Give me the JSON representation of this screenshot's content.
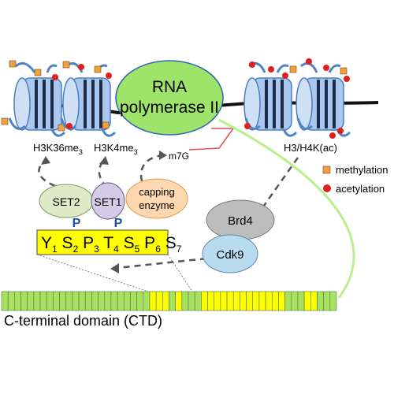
{
  "rnap": {
    "line1": "RNA",
    "line2": "polymerase II"
  },
  "histone_marks": {
    "h3k36": "H3K36me",
    "h3k36_sub": "3",
    "h3k4": "H3K4me",
    "h3k4_sub": "3",
    "h3h4": "H3/H4K(ac)",
    "cap": "m7G"
  },
  "enzymes": {
    "set2": "SET2",
    "set1": "SET1",
    "capping_line1": "capping",
    "capping_line2": "enzyme",
    "brd4": "Brd4",
    "cdk9": "Cdk9",
    "phospho_set2": "P",
    "phospho_set1": "P"
  },
  "heptad": [
    {
      "aa": "Y",
      "n": "1"
    },
    {
      "aa": "S",
      "n": "2"
    },
    {
      "aa": "P",
      "n": "3"
    },
    {
      "aa": "T",
      "n": "4"
    },
    {
      "aa": "S",
      "n": "5"
    },
    {
      "aa": "P",
      "n": "6"
    },
    {
      "aa": "S",
      "n": "7"
    }
  ],
  "legend": {
    "methylation": "methylation",
    "acetylation": "acetylation"
  },
  "ctd_label": "C-terminal domain (CTD)",
  "colors": {
    "nucleosome": "#aac8ee",
    "histone_tail": "#4f83c0",
    "methyl": "#f0a040",
    "acetyl": "#e02020",
    "rnap_fill": "#9ee36a",
    "rnap_stroke": "#2e62b5",
    "set2": "#dcebc6",
    "set1": "#d4cbe6",
    "capping": "#fcd7b0",
    "brd4": "#bdbdbd",
    "cdk9": "#b8dcee",
    "heptad_box": "#ffff00",
    "ctd_green": "#a8e060",
    "ctd_yellow": "#ffff00",
    "phospho": "#1e4fa8"
  }
}
